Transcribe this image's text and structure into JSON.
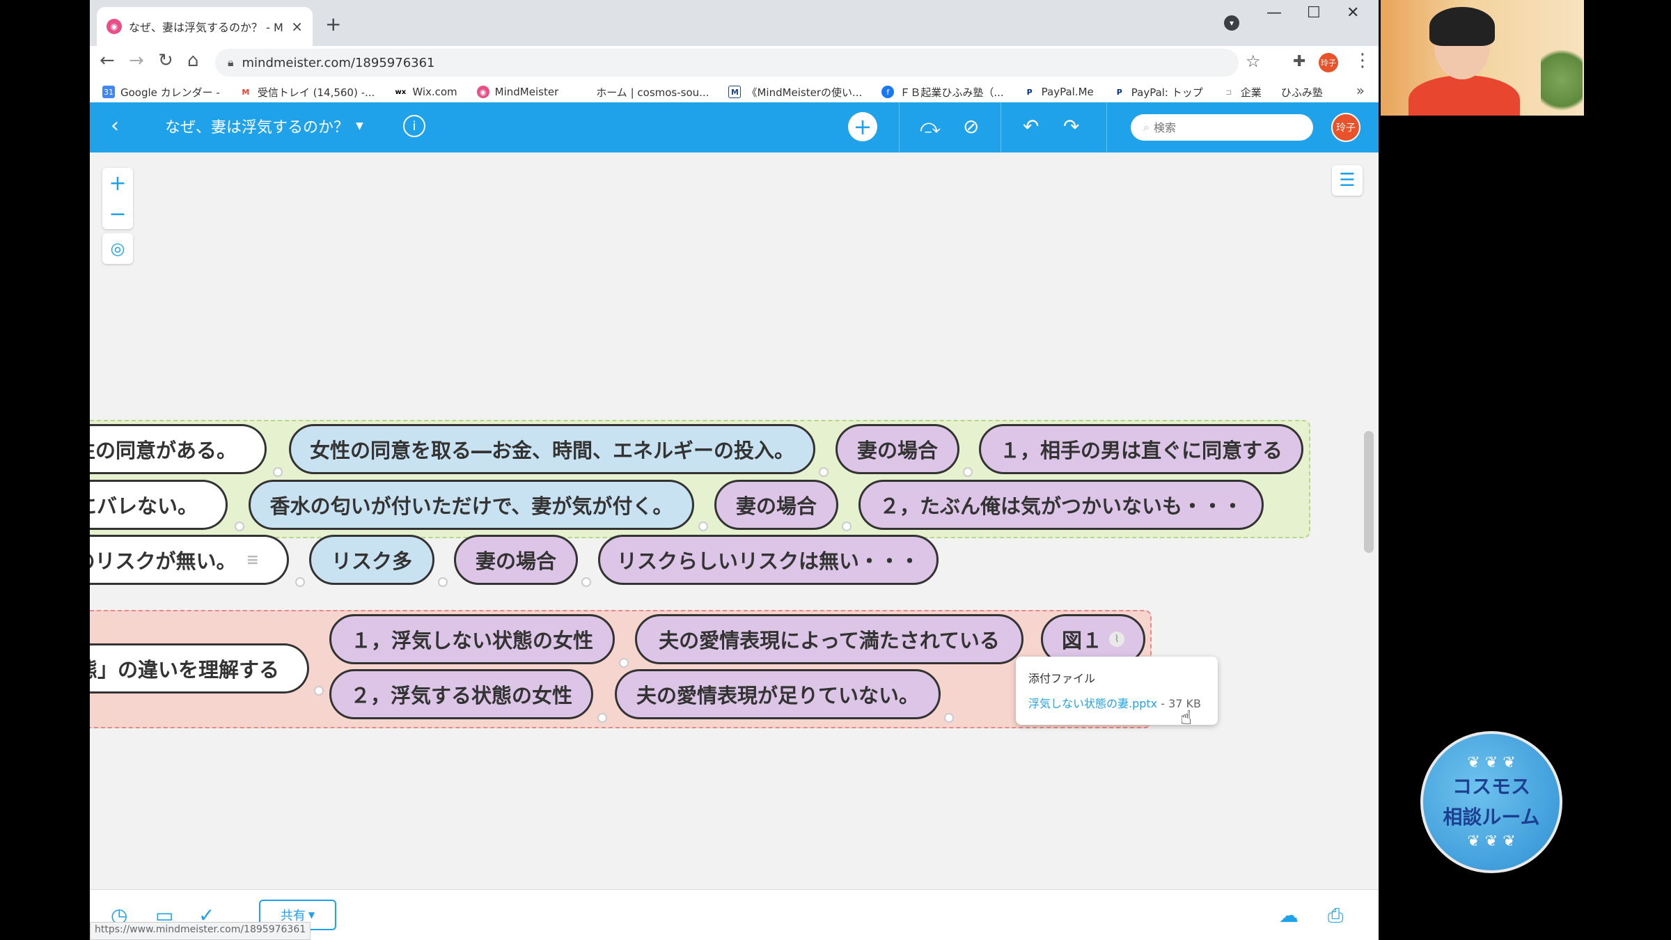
{
  "browser": {
    "tab_title": "なぜ、妻は浮気するのか？ - MindM",
    "tab_close": "×",
    "new_tab": "+",
    "url": "mindmeister.com/1895976361",
    "profile_label": "玲子",
    "bookmarks": [
      {
        "label": "Google カレンダー -",
        "icon": "calendar-icon",
        "color": "#4285f4"
      },
      {
        "label": "受信トレイ (14,560) -...",
        "icon": "gmail-icon",
        "color": "#ea4335"
      },
      {
        "label": "Wix.com",
        "icon": "wix-icon",
        "color": "#000000"
      },
      {
        "label": "MindMeister",
        "icon": "mindmeister-icon",
        "color": "#e94f86"
      },
      {
        "label": "ホーム | cosmos-sou...",
        "icon": "page-icon",
        "color": "#cccccc"
      },
      {
        "label": "《MindMeisterの使い...",
        "icon": "m-icon",
        "color": "#1a4a8a"
      },
      {
        "label": "ＦＢ起業ひふみ塾（...",
        "icon": "facebook-icon",
        "color": "#1877f2"
      },
      {
        "label": "PayPal.Me",
        "icon": "paypal-icon",
        "color": "#003087"
      },
      {
        "label": "PayPal: トップ",
        "icon": "paypal-icon",
        "color": "#003087"
      },
      {
        "label": "企業",
        "icon": "folder-icon",
        "color": "#999999"
      },
      {
        "label": "ひふみ塾",
        "icon": "none",
        "color": "#ffffff"
      }
    ],
    "status_url": "https://www.mindmeister.com/1895976361"
  },
  "app": {
    "map_title": "なぜ、妻は浮気するのか？",
    "search_placeholder": "検索",
    "user_initials": "玲子",
    "share_label": "共有",
    "accent_color": "#1fa2ea"
  },
  "mindmap": {
    "green_rows": [
      [
        "性の同意がある。",
        "女性の同意を取る―お金、時間、エネルギーの投入。",
        "妻の場合",
        "１，相手の男は直ぐに同意する"
      ],
      [
        "にバレない。",
        "香水の匂いが付いただけで、妻が気が付く。",
        "妻の場合",
        "２，たぶん俺は気がつかいないも・・・"
      ],
      [
        "のリスクが無い。",
        "リスク多",
        "妻の場合",
        "リスクらしいリスクは無い・・・"
      ]
    ],
    "red_rows": {
      "parent": "態」の違いを理解する",
      "row1": [
        "１，浮気しない状態の女性",
        "夫の愛情表現によって満たされている",
        "図１"
      ],
      "row2": [
        "２，浮気する状態の女性",
        "夫の愛情表現が足りていない。"
      ]
    }
  },
  "attachment_popup": {
    "title": "添付ファイル",
    "file_name": "浮気しない状態の妻.pptx",
    "file_size": " - 37 KB"
  },
  "logo": {
    "line1": "コスモス",
    "line2": "相談ルーム"
  }
}
